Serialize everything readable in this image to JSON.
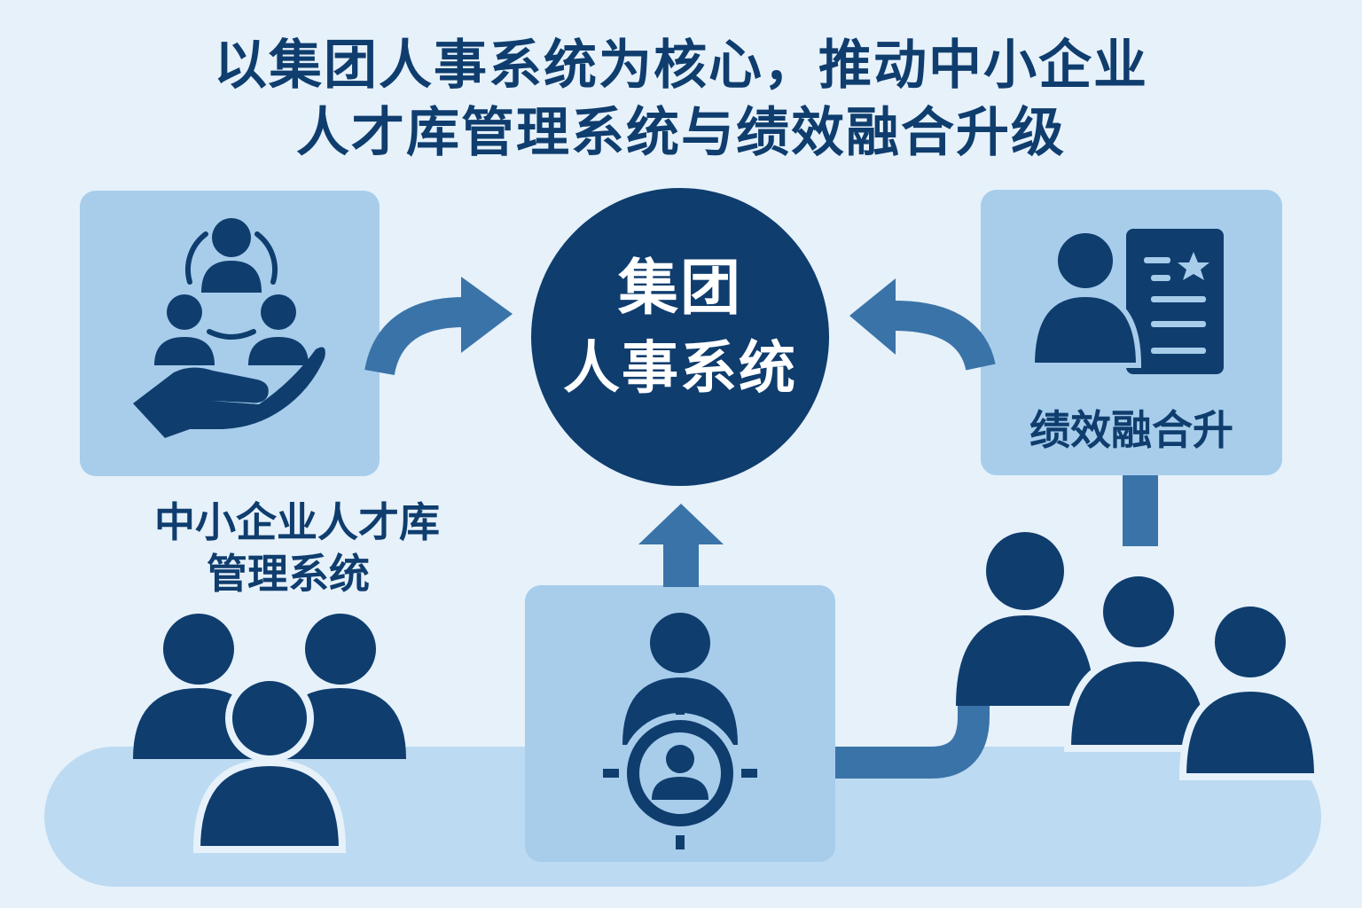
{
  "title": {
    "line1": "以集团人事系统为核心，推动中小企业",
    "line2": "人才库管理系统与绩效融合升级"
  },
  "hub": {
    "line1": "集团",
    "line2": "人事系统"
  },
  "nodes": {
    "left_label_line1": "中小企业人才库",
    "left_label_line2": "管理系统",
    "right_label": "绩效融合升"
  },
  "icons": {
    "left_card": "team-care-hand-icon",
    "right_card": "person-profile-star-icon",
    "bottom_card": "target-person-icon",
    "people_left": "people-group-icon",
    "people_right": "people-group-icon"
  },
  "colors": {
    "background": "#e6f1fa",
    "card": "#a7cdeb",
    "dark_navy": "#0f3d6e",
    "arrow": "#3a73a8",
    "band": "#bcdaf1"
  }
}
